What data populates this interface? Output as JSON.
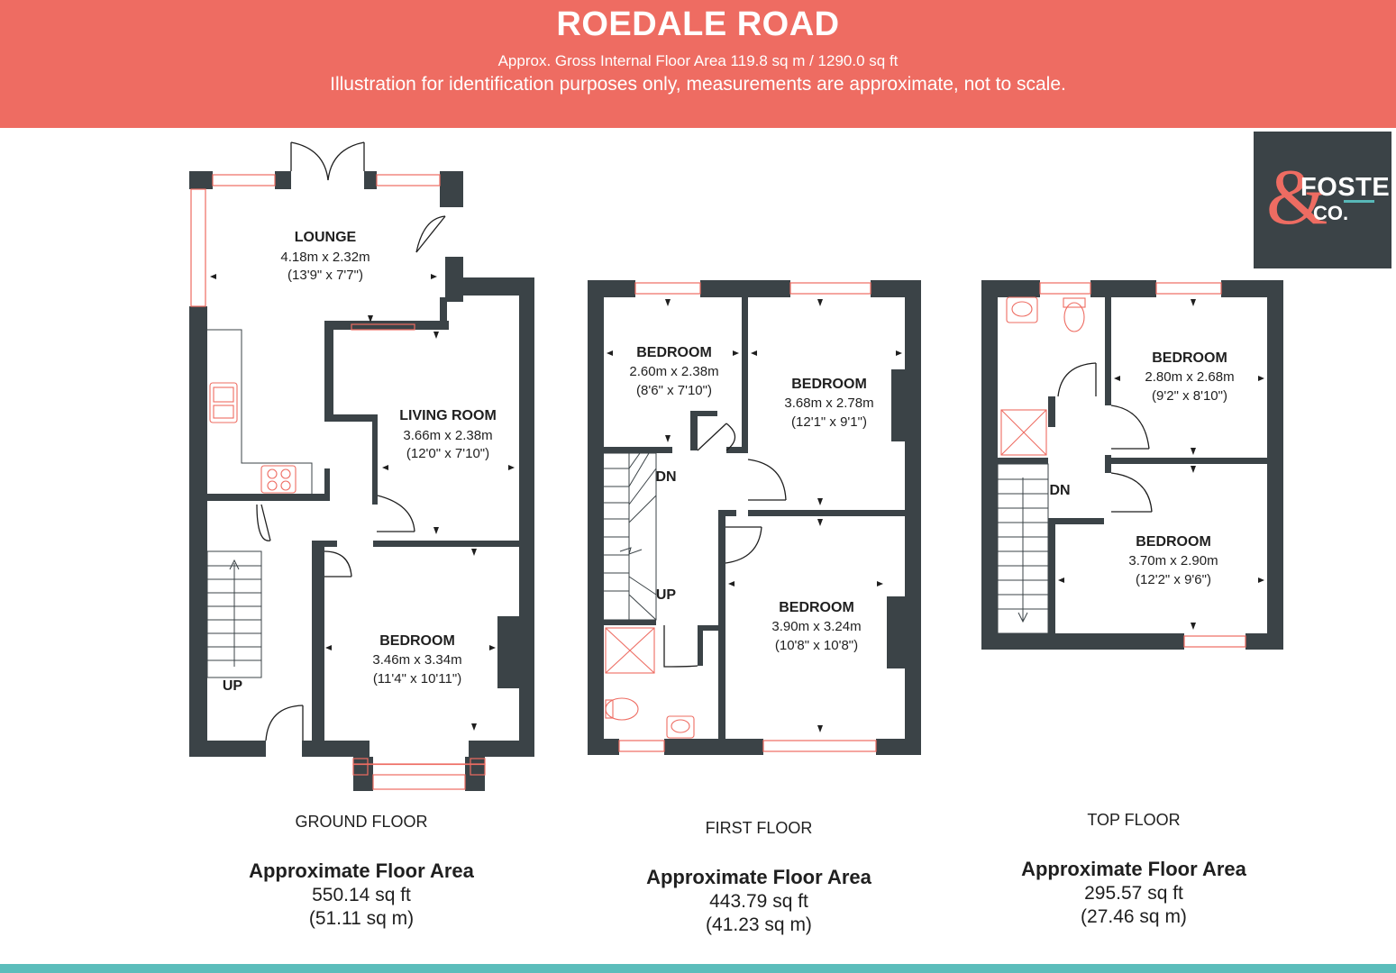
{
  "header": {
    "title": "ROEDALE ROAD",
    "gross_area": "Approx. Gross Internal Floor Area 119.8 sq m / 1290.0 sq ft",
    "disclaimer": "Illustration for identification purposes only, measurements are approximate, not to scale."
  },
  "logo": {
    "amp": "&",
    "foster": "FOSTER",
    "co": "CO."
  },
  "colors": {
    "banner": "#ee6c62",
    "wall": "#3b4347",
    "accent": "#ee6c62",
    "footer": "#5bbdbb"
  },
  "floors": [
    {
      "name": "GROUND FLOOR",
      "area_heading": "Approximate Floor Area",
      "area_sqft": "550.14 sq ft",
      "area_sqm": "(51.11 sq m)",
      "rooms": [
        {
          "name": "LOUNGE",
          "metric": "4.18m x 2.32m",
          "imperial": "(13'9\" x 7'7\")"
        },
        {
          "name": "LIVING ROOM",
          "metric": "3.66m x 2.38m",
          "imperial": "(12'0\" x 7'10\")"
        },
        {
          "name": "BEDROOM",
          "metric": "3.46m x 3.34m",
          "imperial": "(11'4\" x 10'11\")"
        }
      ],
      "stair_labels": [
        "UP"
      ]
    },
    {
      "name": "FIRST FLOOR",
      "area_heading": "Approximate Floor Area",
      "area_sqft": "443.79 sq ft",
      "area_sqm": "(41.23 sq m)",
      "rooms": [
        {
          "name": "BEDROOM",
          "metric": "2.60m x 2.38m",
          "imperial": "(8'6\" x 7'10\")"
        },
        {
          "name": "BEDROOM",
          "metric": "3.68m x 2.78m",
          "imperial": "(12'1\" x 9'1\")"
        },
        {
          "name": "BEDROOM",
          "metric": "3.90m x 3.24m",
          "imperial": "(10'8\" x 10'8\")"
        }
      ],
      "stair_labels": [
        "DN",
        "UP"
      ]
    },
    {
      "name": "TOP FLOOR",
      "area_heading": "Approximate Floor Area",
      "area_sqft": "295.57 sq ft",
      "area_sqm": "(27.46 sq m)",
      "rooms": [
        {
          "name": "BEDROOM",
          "metric": "2.80m x 2.68m",
          "imperial": "(9'2\" x 8'10\")"
        },
        {
          "name": "BEDROOM",
          "metric": "3.70m x 2.90m",
          "imperial": "(12'2\" x 9'6\")"
        }
      ],
      "stair_labels": [
        "DN"
      ]
    }
  ]
}
